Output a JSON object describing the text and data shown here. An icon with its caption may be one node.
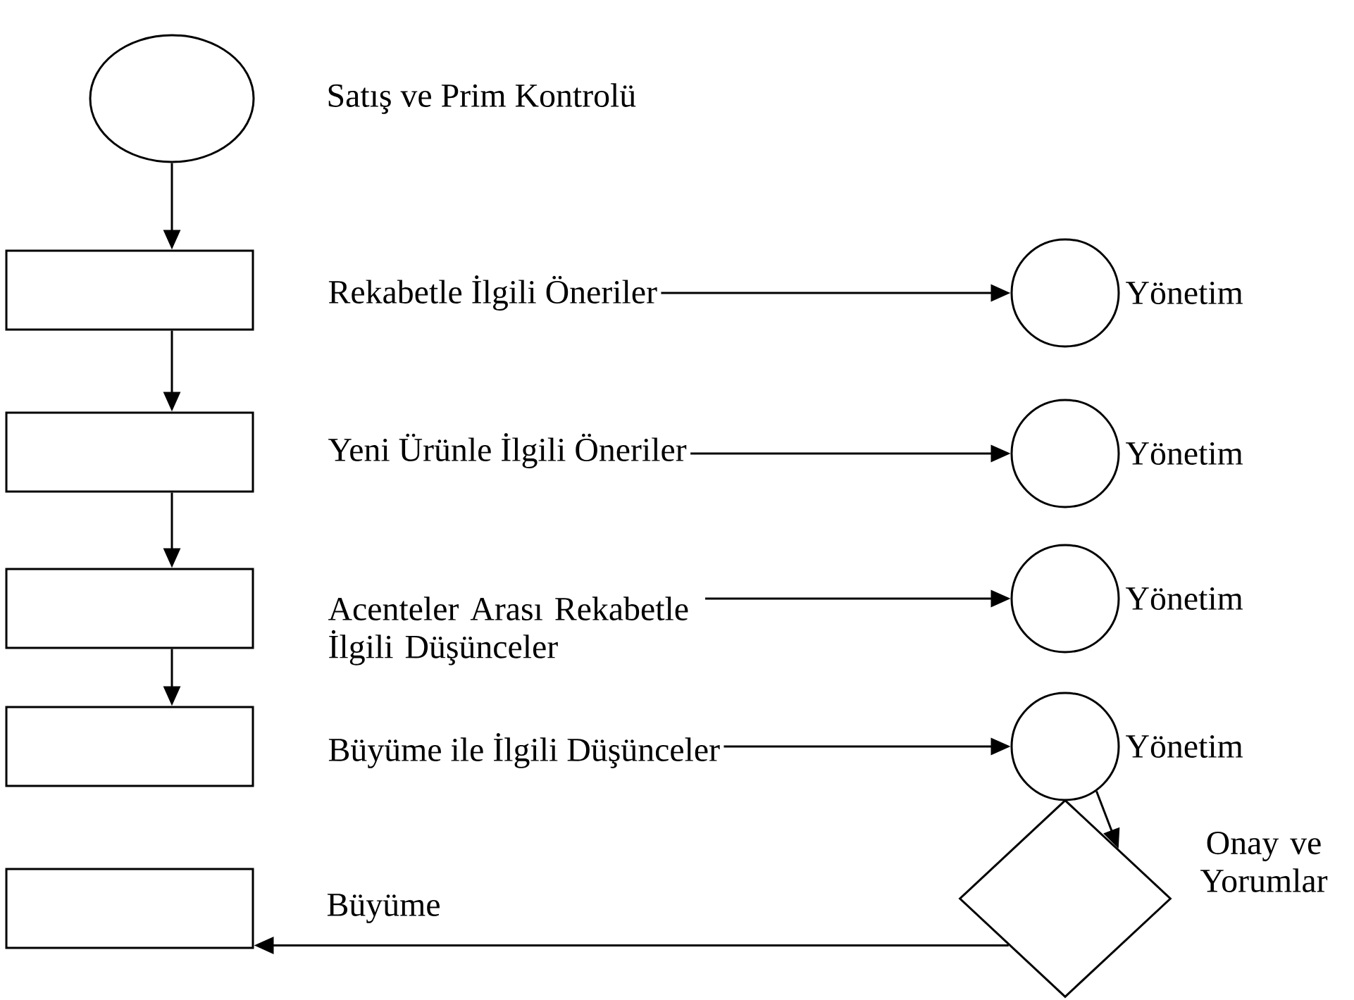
{
  "diagram": {
    "nodes": [
      {
        "text": [],
        "shape": "circle",
        "beside": [
          "Satış ve Prim Kontrolü"
        ]
      },
      {
        "text": [],
        "shape": "box"
      },
      {
        "text": [],
        "shape": "box"
      },
      {
        "text": [],
        "shape": "box"
      },
      {
        "text": [],
        "shape": "box"
      },
      {
        "text": [],
        "shape": "box"
      },
      {
        "text": [
          "Rekabetle İlgili Öneriler"
        ]
      },
      {
        "text": [
          "Yeni Ürünle İlgili Öneriler"
        ]
      },
      {
        "text": [
          "Acenteler Arası Rekabetle İlgili Düşünceler"
        ]
      },
      {
        "text": [
          "Büyüme ile İlgili Düşünceler"
        ]
      },
      {
        "text": [],
        "shape": "circle",
        "beside": [
          "Yönetim"
        ]
      },
      {
        "text": [],
        "shape": "circle",
        "beside": [
          "Yönetim"
        ]
      },
      {
        "text": [],
        "shape": "circle",
        "beside": [
          "Yönetim"
        ]
      },
      {
        "text": [],
        "shape": "circle",
        "beside": [
          "Yönetim"
        ]
      },
      {
        "text": [],
        "shape": "diamond",
        "beside": [
          "Onay ve Yorumlar"
        ]
      }
    ],
    "edges": [
      {
        "from": 0,
        "to": 1,
        "arrow": "to"
      },
      {
        "from": 1,
        "to": 2,
        "arrow": "to"
      },
      {
        "from": 2,
        "to": 3,
        "arrow": "to"
      },
      {
        "from": 3,
        "to": 4,
        "arrow": "to"
      },
      {
        "from": 6,
        "to": 10,
        "arrow": "to"
      },
      {
        "from": 7,
        "to": 11,
        "arrow": "to"
      },
      {
        "from": 8,
        "to": 12,
        "arrow": "to"
      },
      {
        "from": 9,
        "to": 13,
        "arrow": "to"
      },
      {
        "from": 13,
        "to": 14,
        "arrow": "to"
      },
      {
        "from": 14,
        "to": 5,
        "arrow": "to",
        "label": "Büyüme"
      }
    ]
  }
}
